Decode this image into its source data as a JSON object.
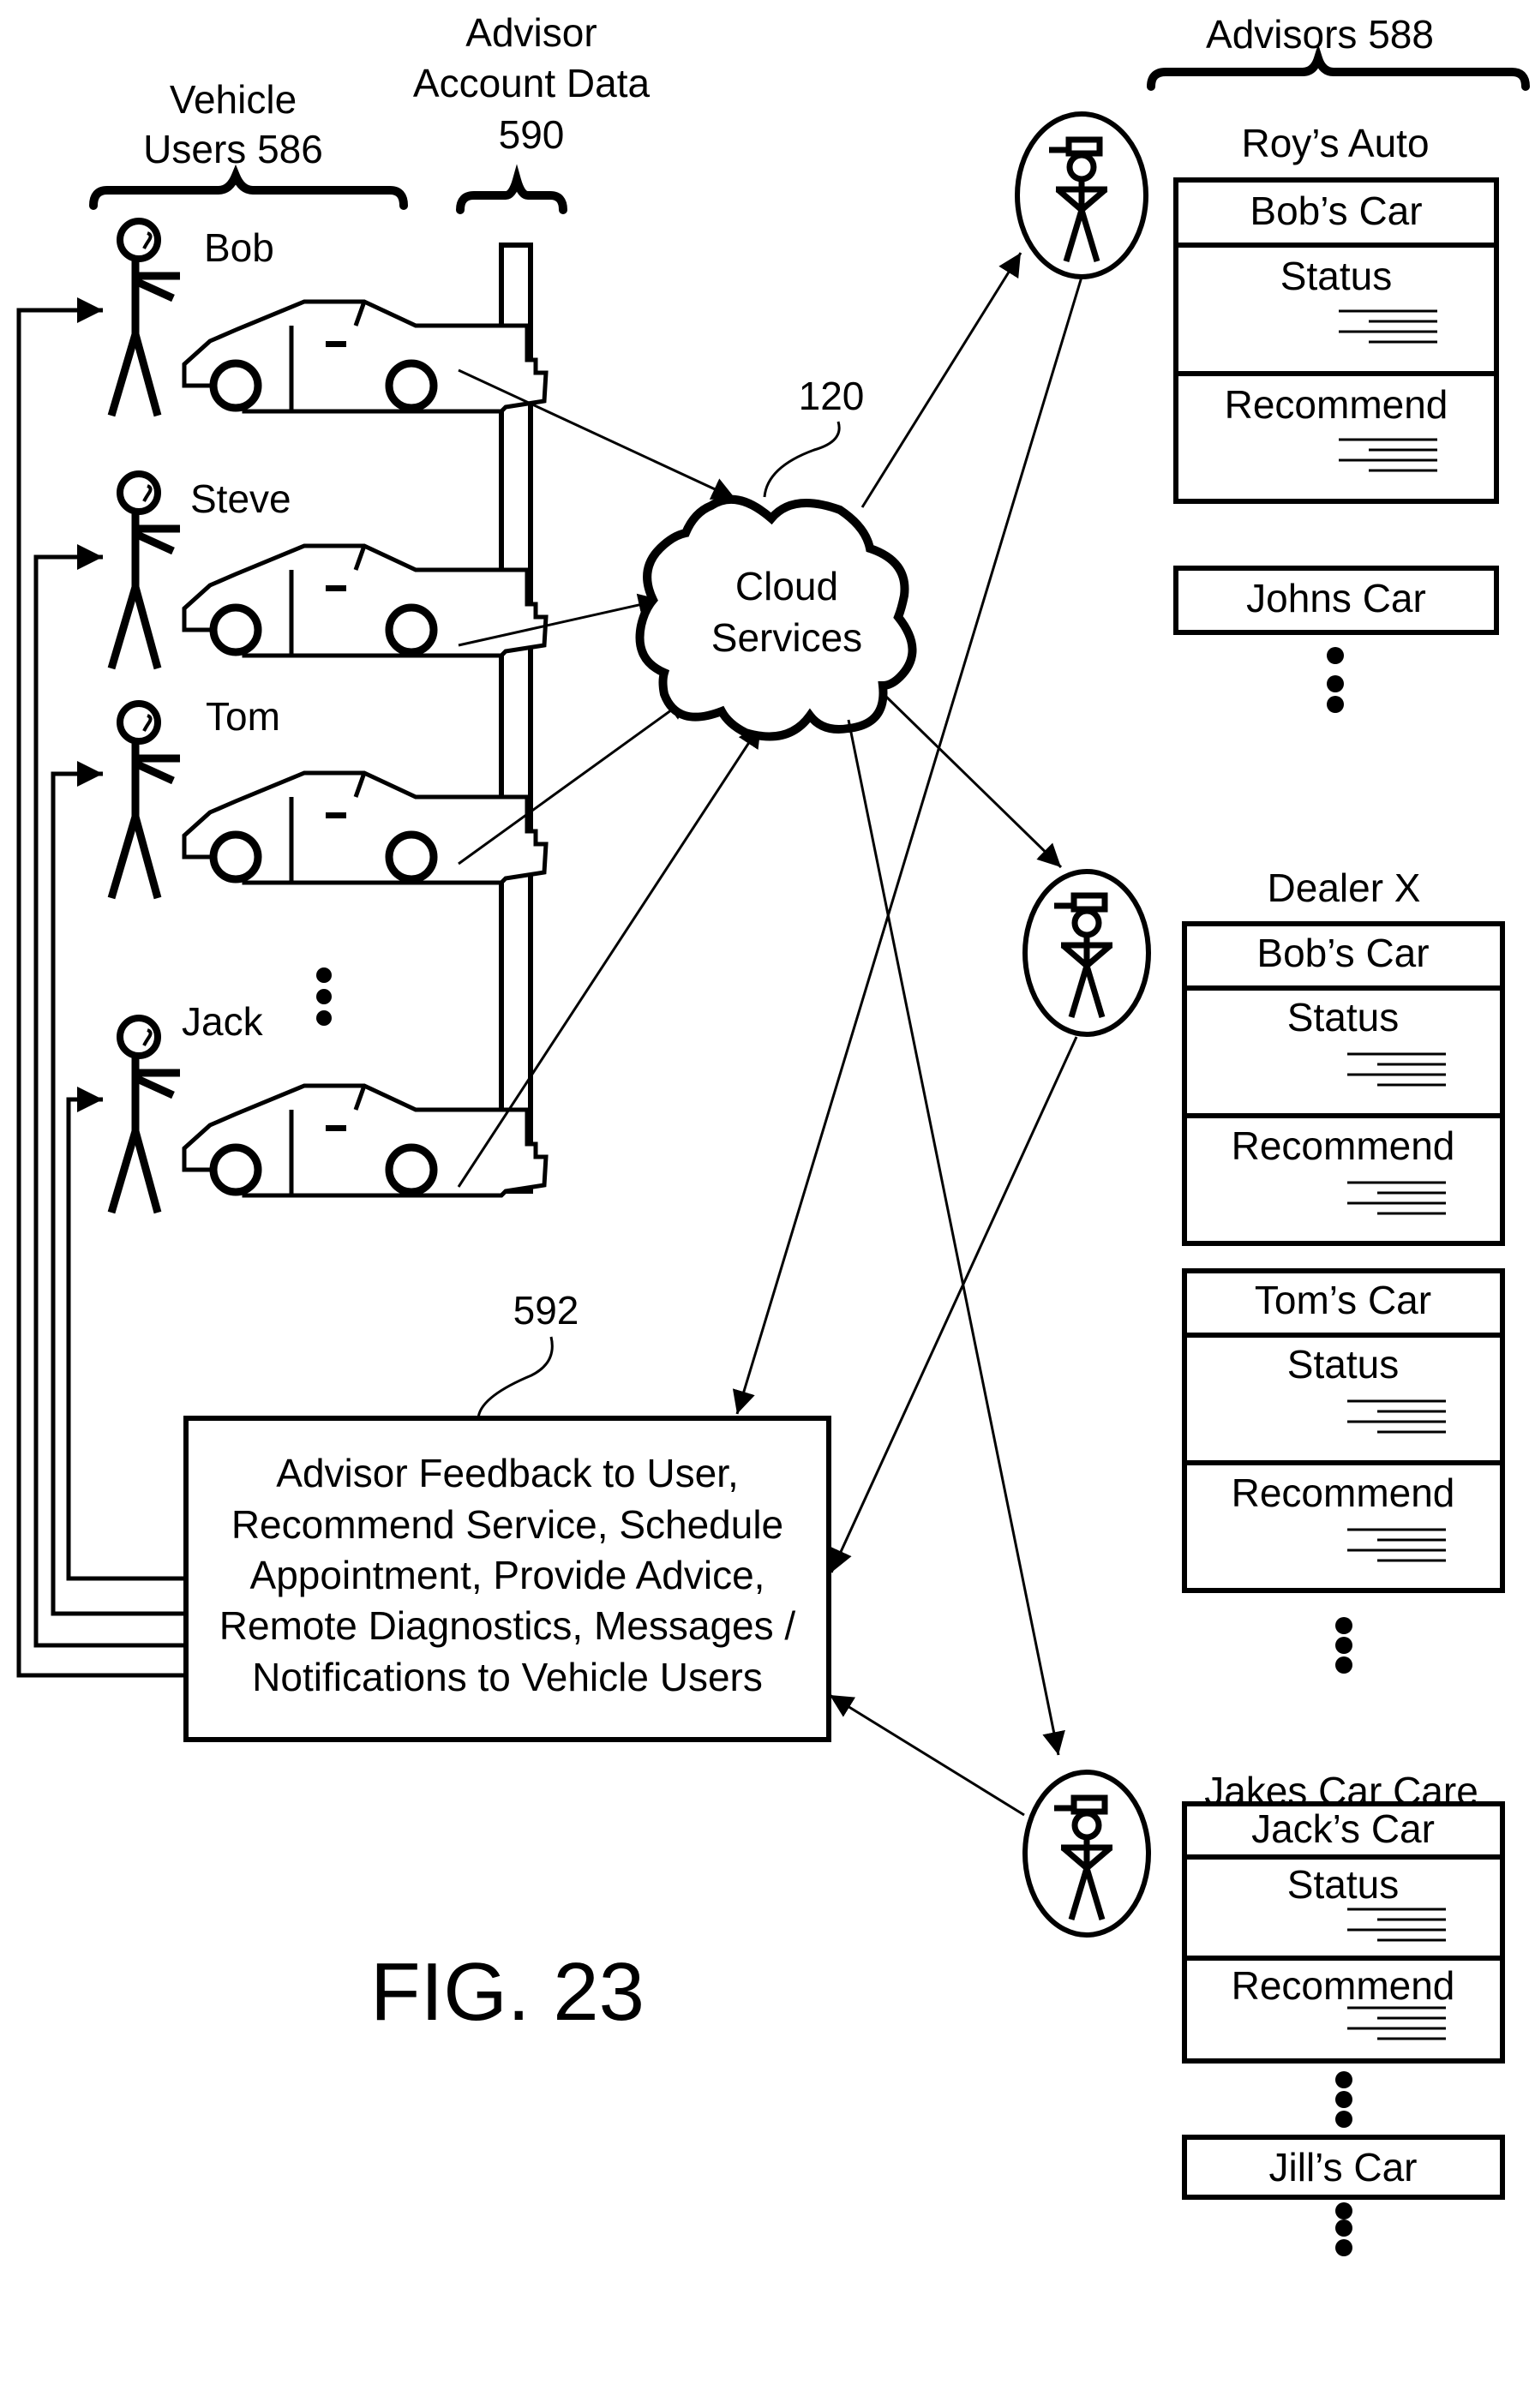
{
  "figure": {
    "title": "FIG. 23",
    "vehicle_users": {
      "label_line1": "Vehicle",
      "label_line2": "Users 586",
      "users": [
        {
          "name": "Bob"
        },
        {
          "name": "Steve"
        },
        {
          "name": "Tom"
        },
        {
          "name": "Jack"
        }
      ]
    },
    "advisor_account_data": {
      "label_line1": "Advisor",
      "label_line2": "Account Data",
      "label_line3": "590"
    },
    "cloud": {
      "ref": "120",
      "label_line1": "Cloud",
      "label_line2": "Services"
    },
    "feedback_box": {
      "ref": "592",
      "lines": [
        "Advisor Feedback to User,",
        "Recommend Service, Schedule",
        "Appointment, Provide Advice,",
        "Remote Diagnostics, Messages /",
        "Notifications to Vehicle Users"
      ]
    },
    "advisors": {
      "label": "Advisors 588",
      "groups": [
        {
          "name": "Roy’s Auto",
          "records": [
            {
              "car": "Bob’s Car",
              "status_label": "Status",
              "recommend_label": "Recommend"
            }
          ],
          "collapsed": [
            "Johns Car"
          ]
        },
        {
          "name": "Dealer X",
          "records": [
            {
              "car": "Bob’s Car",
              "status_label": "Status",
              "recommend_label": "Recommend"
            },
            {
              "car": "Tom’s Car",
              "status_label": "Status",
              "recommend_label": "Recommend"
            }
          ],
          "collapsed": []
        },
        {
          "name": "Jakes Car Care",
          "records": [
            {
              "car": "Jack’s Car",
              "status_label": "Status",
              "recommend_label": "Recommend"
            }
          ],
          "collapsed": [
            "Jill’s Car"
          ]
        }
      ]
    }
  }
}
